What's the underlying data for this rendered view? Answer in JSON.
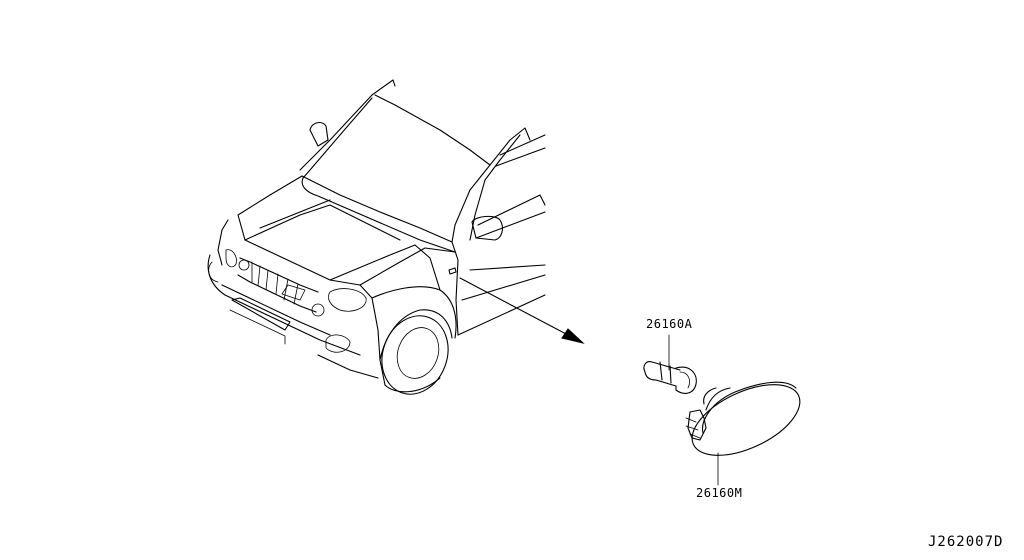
{
  "parts": [
    {
      "part_number": "26160A"
    },
    {
      "part_number": "26160M"
    }
  ],
  "diagram_code": "J262007D",
  "colors": {
    "line": "#000000",
    "background": "#ffffff"
  }
}
